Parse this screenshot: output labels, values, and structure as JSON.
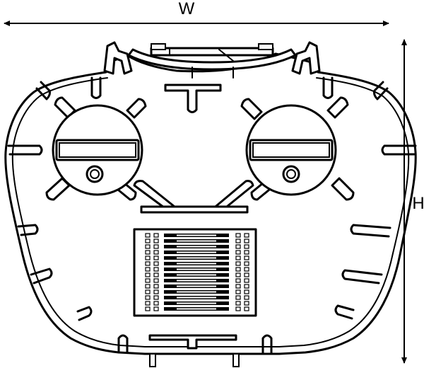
{
  "dimensions": {
    "width_label": "W",
    "height_label": "H"
  },
  "splice_block": {
    "slots_per_column": 14,
    "columns": 4
  }
}
